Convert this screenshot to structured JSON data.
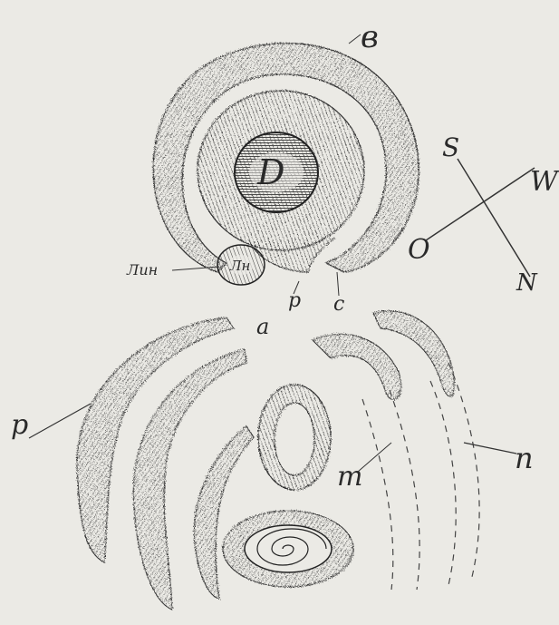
{
  "labels": {
    "top": "в",
    "core": "D",
    "small_body": "Лн",
    "small_body_side": "Лин",
    "mouth_a": "a",
    "mouth_p": "p",
    "mouth_c": "c",
    "left_arms": "p",
    "right_arms": "n",
    "center_oval": "m"
  },
  "compass": {
    "north": "N",
    "south": "S",
    "east": "O",
    "west": "W"
  },
  "colors": {
    "paper": "#ebeae5",
    "ink": "#333333"
  }
}
